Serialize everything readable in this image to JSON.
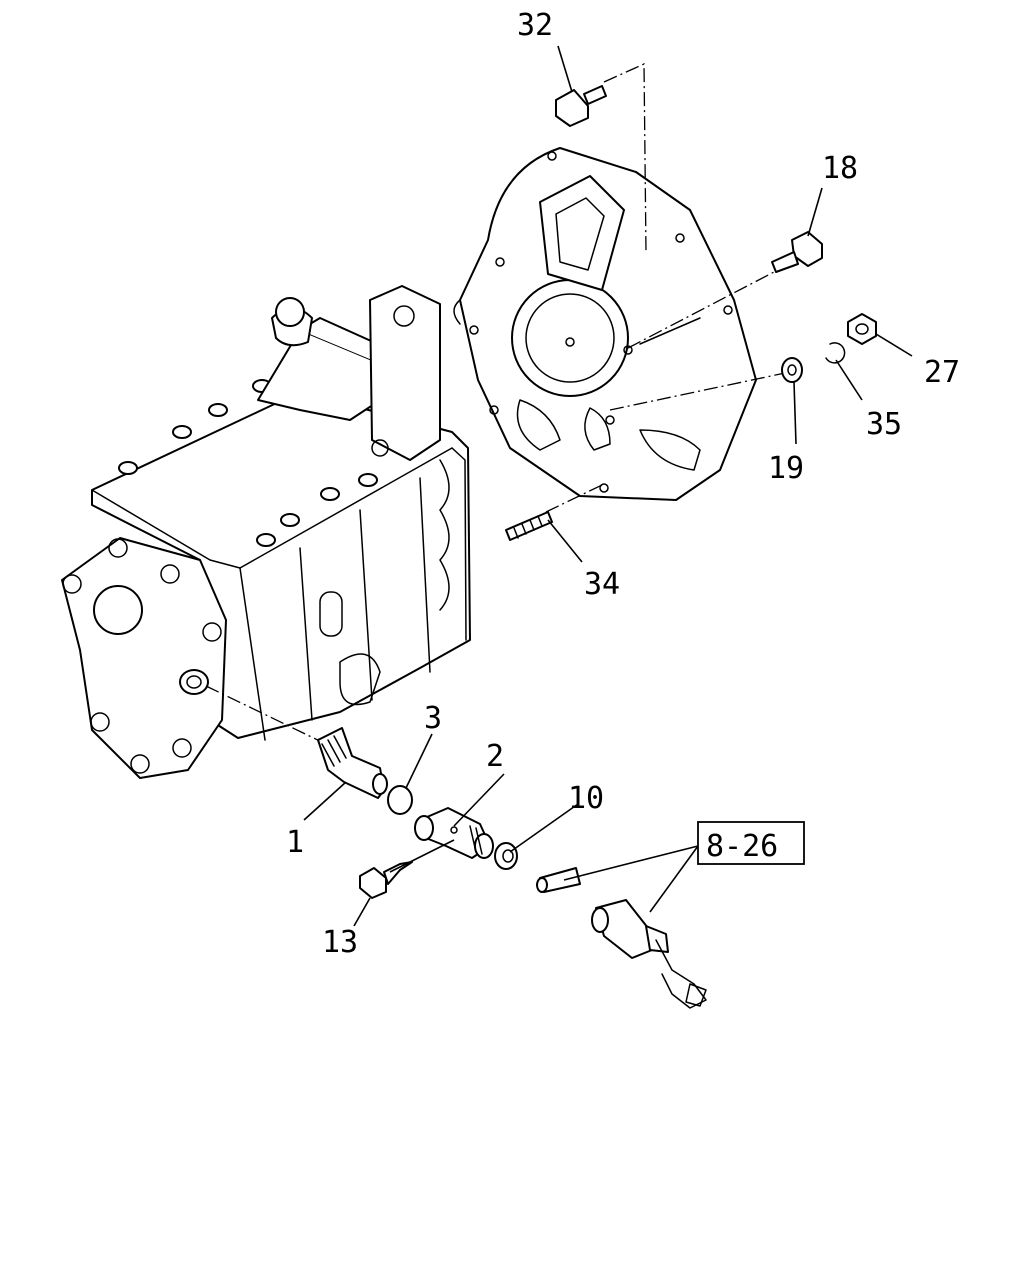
{
  "diagram": {
    "callouts": {
      "c32": "32",
      "c18": "18",
      "c27": "27",
      "c35": "35",
      "c19": "19",
      "c34": "34",
      "c3": "3",
      "c2": "2",
      "c10": "10",
      "c1": "1",
      "c13": "13"
    },
    "reference": "8-26"
  }
}
